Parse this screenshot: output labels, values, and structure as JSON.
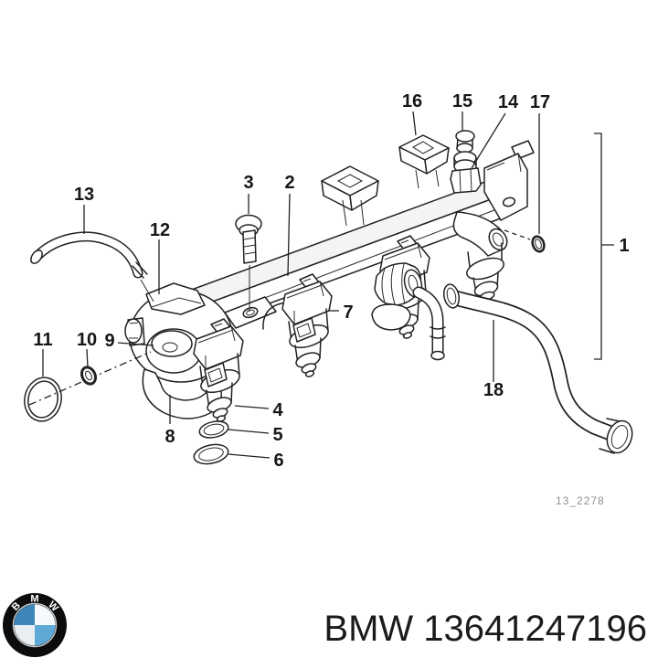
{
  "page": {
    "background": "#ffffff"
  },
  "diagram": {
    "code": "13_2278",
    "line_color": "#222222",
    "code_color": "#8f8f8f",
    "parts": {
      "p1": "1",
      "p2": "2",
      "p3": "3",
      "p4": "4",
      "p5": "5",
      "p6": "6",
      "p7": "7",
      "p8": "8",
      "p9": "9",
      "p10": "10",
      "p11": "11",
      "p12": "12",
      "p13": "13",
      "p14": "14",
      "p15": "15",
      "p16": "16",
      "p17": "17",
      "p18": "18"
    }
  },
  "footer": {
    "brand": "BMW",
    "part_number": "13641247196",
    "logo_letters": [
      "B",
      "M",
      "W"
    ],
    "logo_colors": {
      "ring": "#0c0c0c",
      "blue_top_left": "#3c86ba",
      "blue_bottom_right": "#5ea9d6",
      "quadrant_white": "#f6f9fb",
      "rim_silver": "#c8cdd1"
    }
  }
}
